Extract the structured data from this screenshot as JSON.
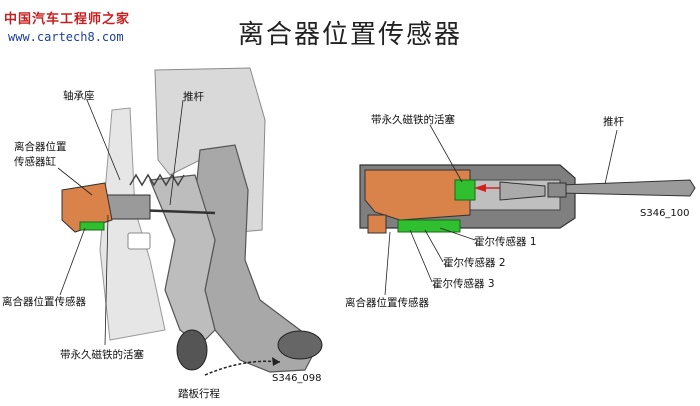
{
  "watermark": {
    "line1": "中国汽车工程师之家",
    "line2": "www.cartech8.com"
  },
  "title": "离合器位置传感器",
  "left_figure": {
    "labels": {
      "bearing_seat": "轴承座",
      "push_rod": "推杆",
      "sensor_cylinder": "离合器位置\n传感器缸",
      "position_sensor": "离合器位置传感器",
      "piston_magnet": "带永久磁铁的活塞",
      "pedal_travel": "踏板行程"
    },
    "figure_code": "S346_098"
  },
  "right_figure": {
    "labels": {
      "piston_magnet": "带永久磁铁的活塞",
      "push_rod": "推杆",
      "hall_1": "霍尔传感器 1",
      "hall_2": "霍尔传感器 2",
      "hall_3": "霍尔传感器 3",
      "position_sensor": "离合器位置传感器"
    },
    "figure_code": "S346_100"
  },
  "colors": {
    "sensor_orange": "#d9824a",
    "hall_green": "#2fbf2f",
    "body_gray": "#8c8c8c",
    "dark_outline": "#333333",
    "arrow_red": "#d02020"
  }
}
